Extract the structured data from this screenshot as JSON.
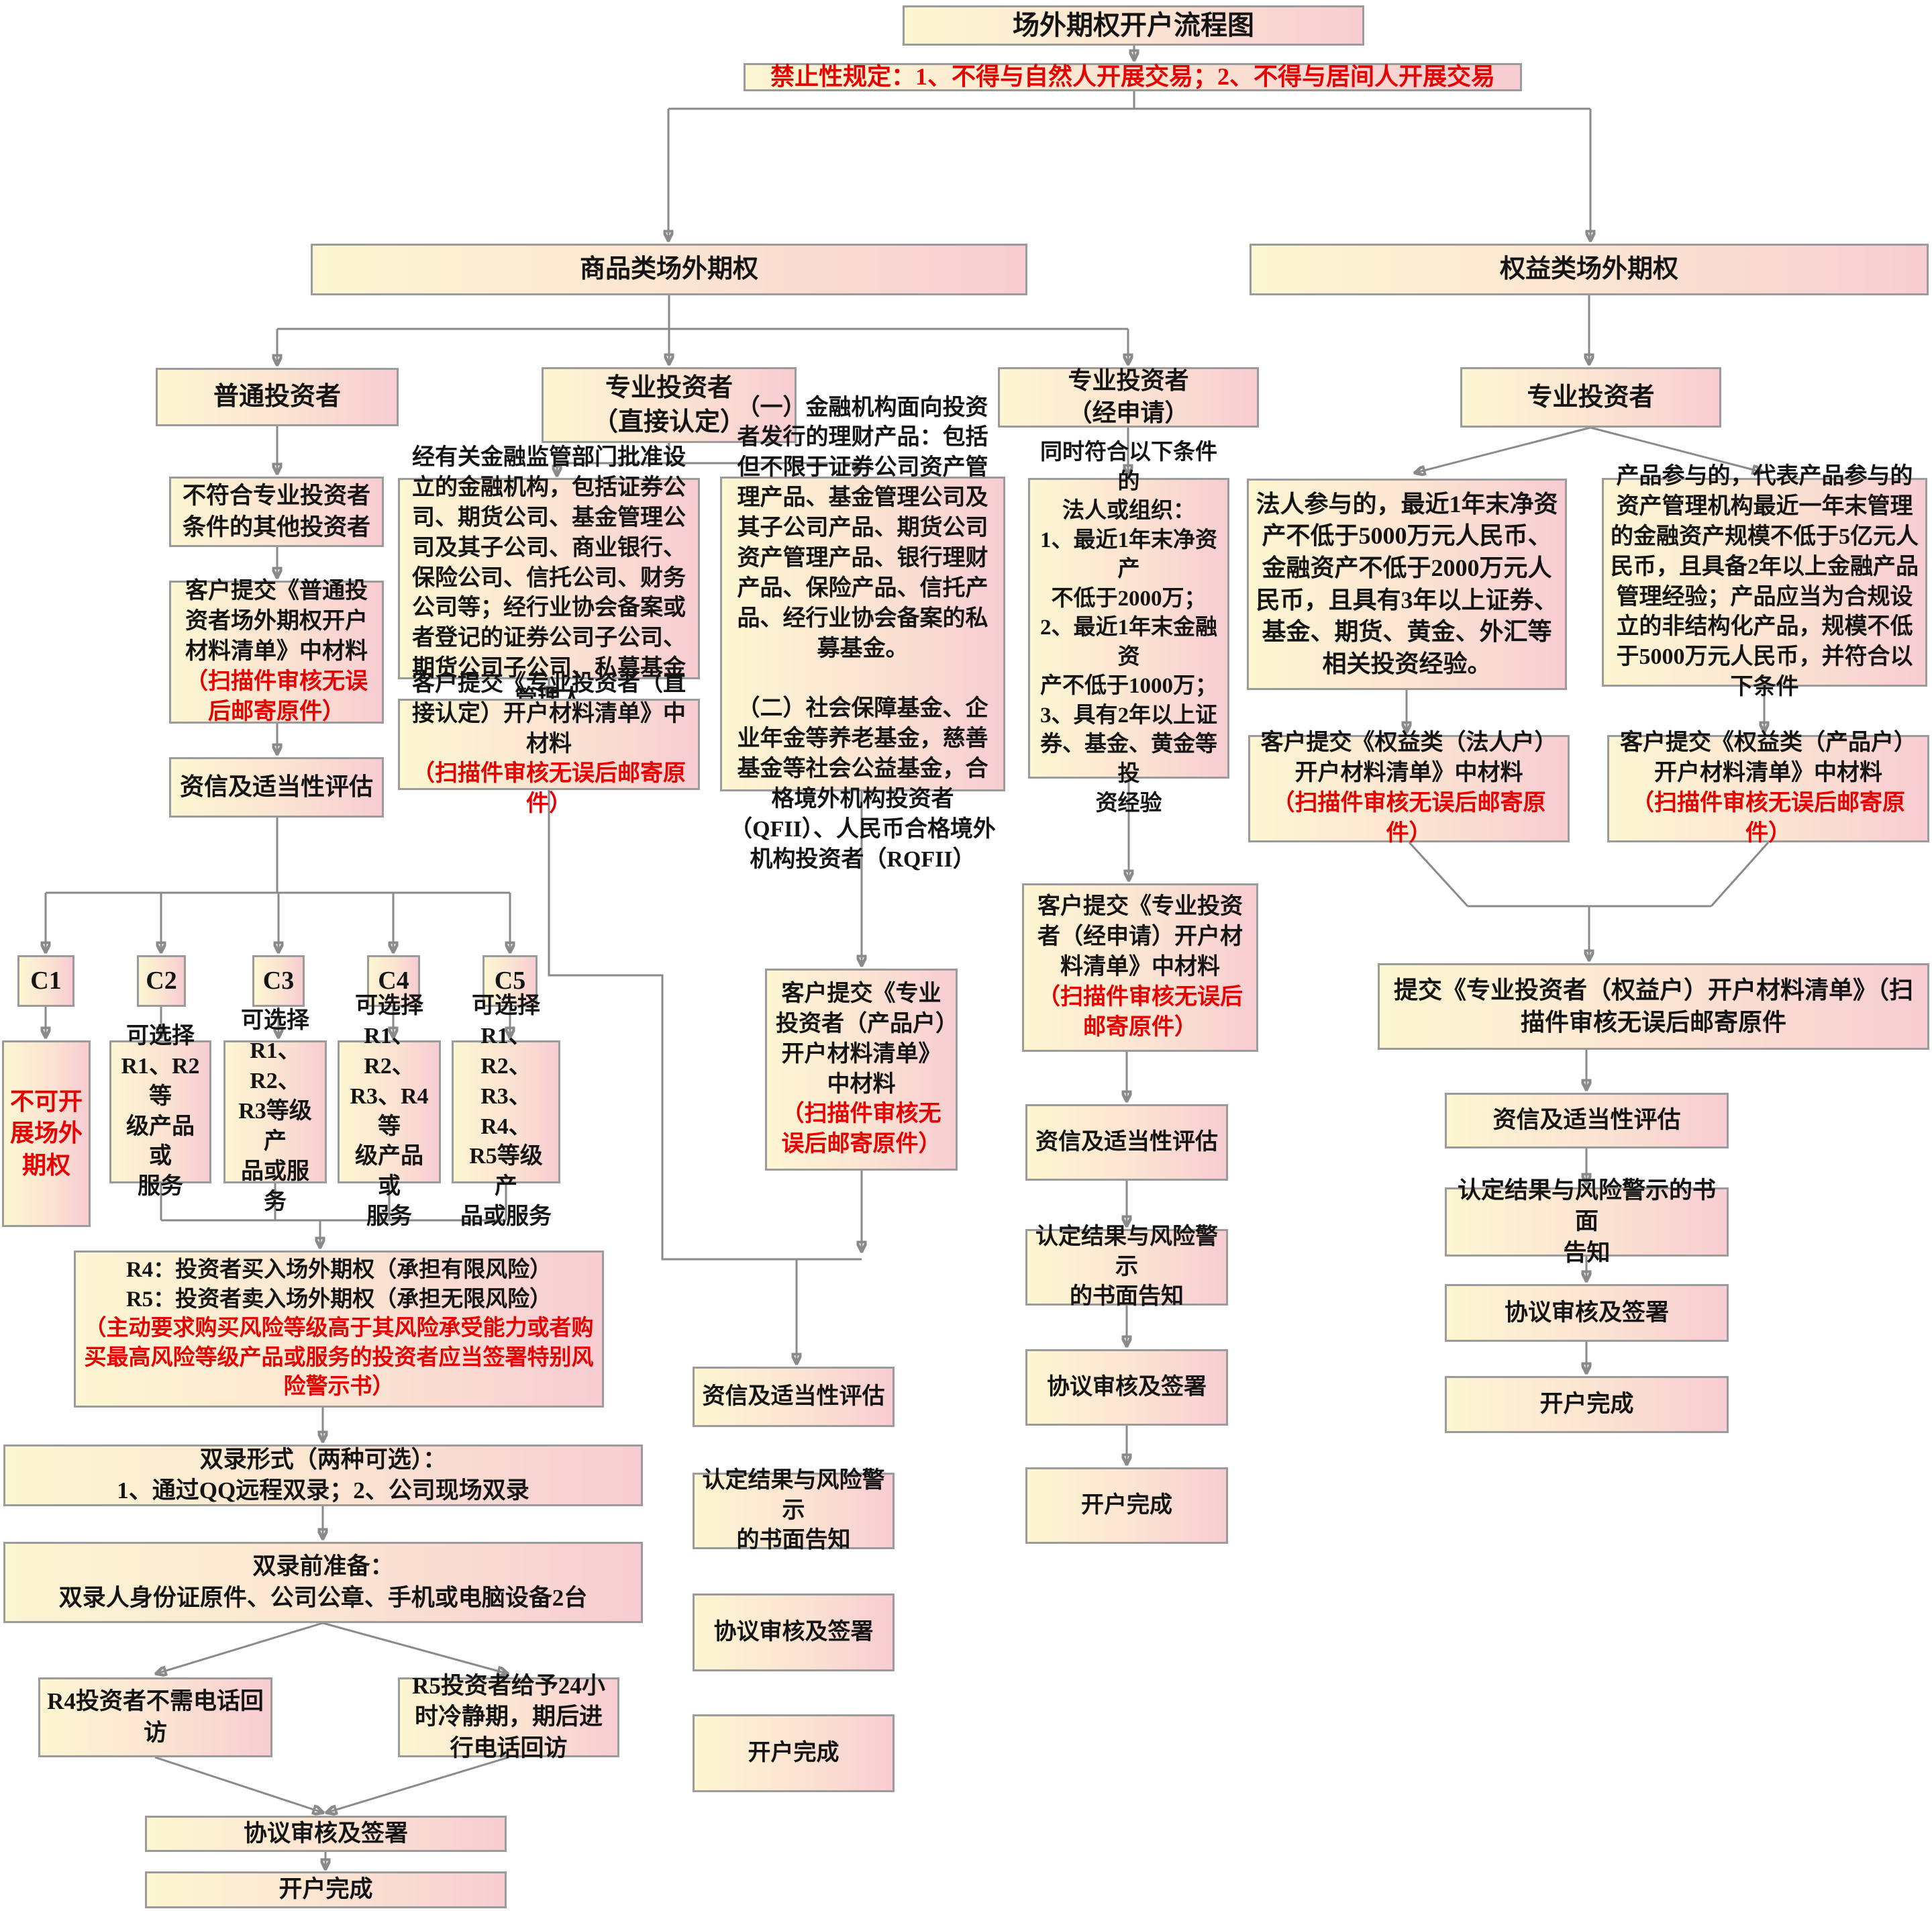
{
  "diagram": {
    "colors": {
      "box_gradient_start": "#fdf6d2",
      "box_gradient_end": "#f7ccd2",
      "box_border": "#9b9b9b",
      "connector": "#8a8a8a",
      "red_text": "#e60000",
      "black_text": "#141414"
    },
    "nodes": {
      "title": {
        "text": "场外期权开户流程图"
      },
      "ban": {
        "red": "禁止性规定：1、不得与自然人开展交易；2、不得与居间人开展交易"
      },
      "commodity": {
        "text": "商品类场外期权"
      },
      "equity": {
        "text": "权益类场外期权"
      },
      "ordinary": {
        "text": "普通投资者"
      },
      "prof_direct": {
        "text": "专业投资者\n（直接认定）"
      },
      "prof_apply": {
        "text": "专业投资者\n（经申请）"
      },
      "prof_equity": {
        "text": "专业投资者"
      },
      "other_inv": {
        "text": "不符合专业投资者条件的其他投资者"
      },
      "fin_inst": {
        "text": "经有关金融监管部门批准设立的金融机构，包括证券公司、期货公司、基金管理公司及其子公司、商业银行、保险公司、信托公司、财务公司等；经行业协会备案或者登记的证券公司子公司、期货公司子公司、私募基金管理人"
      },
      "products": {
        "text": "（一）金融机构面向投资者发行的理财产品：包括但不限于证券公司资产管理产品、基金管理公司及其子公司产品、期货公司资产管理产品、银行理财产品、保险产品、信托产品、经行业协会备案的私募基金。\n\n（二）社会保障基金、企业年金等养老基金，慈善基金等社会公益基金，合格境外机构投资者（QFII）、人民币合格境外机构投资者（RQFII）"
      },
      "conditions": {
        "text": "同时符合以下条件的\n法人或组织：\n1、最近1年末净资产\n不低于2000万；\n2、最近1年末金融资\n产不低于1000万；\n3、具有2年以上证\n券、基金、黄金等投\n资经验"
      },
      "legal": {
        "text": "法人参与的，最近1年末净资产不低于5000万元人民币、金融资产不低于2000万元人民币，且具有3年以上证券、基金、期货、黄金、外汇等相关投资经验。"
      },
      "product_part": {
        "text": "产品参与的，代表产品参与的资产管理机构最近一年末管理的金融资产规模不低于5亿元人民币，且具备2年以上金融产品管理经验；产品应当为合规设立的非结构化产品，规模不低于5000万元人民币，并符合以下条件"
      },
      "submit_ordinary": {
        "text": "客户提交《普通投资者场外期权开户材料清单》中材料",
        "red": "（扫描件审核无误后邮寄原件）"
      },
      "submit_direct": {
        "text": "客户提交《专业投资者（直接认定）开户材料清单》中材料",
        "red": "（扫描件审核无误后邮寄原件）"
      },
      "credit_left": {
        "text": "资信及适当性评估"
      },
      "submit_legal": {
        "text": "客户提交《权益类（法人户）开户材料清单》中材料",
        "red": "（扫描件审核无误后邮寄原件）"
      },
      "submit_prodacct": {
        "text": "客户提交《权益类（产品户）开户材料清单》中材料",
        "red": "（扫描件审核无误后邮寄原件）"
      },
      "submit_product": {
        "text": "客户提交《专业投资者（产品户）开户材料清单》中材料",
        "red": "（扫描件审核无误后邮寄原件）"
      },
      "submit_apply": {
        "text": "客户提交《专业投资者（经申请）开户材料清单》中材料",
        "red": "（扫描件审核无误后邮寄原件）"
      },
      "c1": {
        "text": "C1"
      },
      "c2": {
        "text": "C2"
      },
      "c3": {
        "text": "C3"
      },
      "c4": {
        "text": "C4"
      },
      "c5": {
        "text": "C5"
      },
      "choice1": {
        "red": "不可开展场外期权"
      },
      "choice2": {
        "text": "可选择\nR1、R2等\n级产品或\n服务"
      },
      "choice3": {
        "text": "可选择\nR1、R2、\nR3等级产\n品或服务"
      },
      "choice4": {
        "text": "可选择\nR1、R2、\nR3、R4等\n级产品或\n服务"
      },
      "choice5": {
        "text": "可选择\nR1、R2、\nR3、R4、\nR5等级产\n品或服务"
      },
      "r4r5": {
        "text": "R4：投资者买入场外期权（承担有限风险）\nR5：投资者卖入场外期权（承担无限风险）",
        "red": "（主动要求购买风险等级高于其风险承受能力或者购买最高风险等级产品或服务的投资者应当签署特别风险警示书）"
      },
      "dual_form": {
        "text": "双录形式（两种可选）：\n1、通过QQ远程双录；2、公司现场双录"
      },
      "dual_prep": {
        "text": "双录前准备：\n双录人身份证原件、公司公章、手机或电脑设备2台"
      },
      "r4_visit": {
        "text": "R4投资者不需电话回访"
      },
      "r5_visit": {
        "text": "R5投资者给予24小时冷静期，期后进行电话回访"
      },
      "agree_left": {
        "text": "协议审核及签署"
      },
      "done_left": {
        "text": "开户完成"
      },
      "credit_mid": {
        "text": "资信及适当性评估"
      },
      "confirm_mid": {
        "text": "认定结果与风险警示\n的书面告知"
      },
      "agree_mid": {
        "text": "协议审核及签署"
      },
      "done_mid": {
        "text": "开户完成"
      },
      "credit_apply": {
        "text": "资信及适当性评估"
      },
      "confirm_apply": {
        "text": "认定结果与风险警示\n的书面告知"
      },
      "agree_apply": {
        "text": "协议审核及签署"
      },
      "done_apply": {
        "text": "开户完成"
      },
      "submit_equity": {
        "text": "提交《专业投资者（权益户）开户材料清单》（扫描件审核无误后邮寄原件"
      },
      "credit_eq": {
        "text": "资信及适当性评估"
      },
      "confirm_eq": {
        "text": "认定结果与风险警示的书面\n告知"
      },
      "agree_eq": {
        "text": "协议审核及签署"
      },
      "done_eq": {
        "text": "开户完成"
      }
    }
  }
}
